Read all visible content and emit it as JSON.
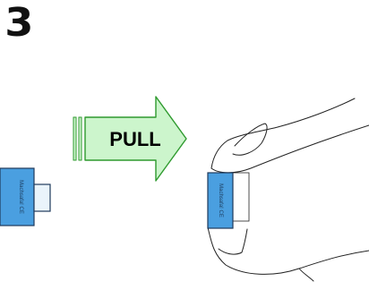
{
  "step_number": "3",
  "arrow": {
    "label": "PULL",
    "fill": "#ccf5cc",
    "stroke": "#2e9a2e"
  },
  "left_card": {
    "label": "Machsafa! CE"
  },
  "right_card": {
    "label": "Machsafa! CE"
  },
  "colors": {
    "card_fill": "#4a9fe0",
    "card_stroke": "#1f3a5c",
    "line": "#222222"
  }
}
